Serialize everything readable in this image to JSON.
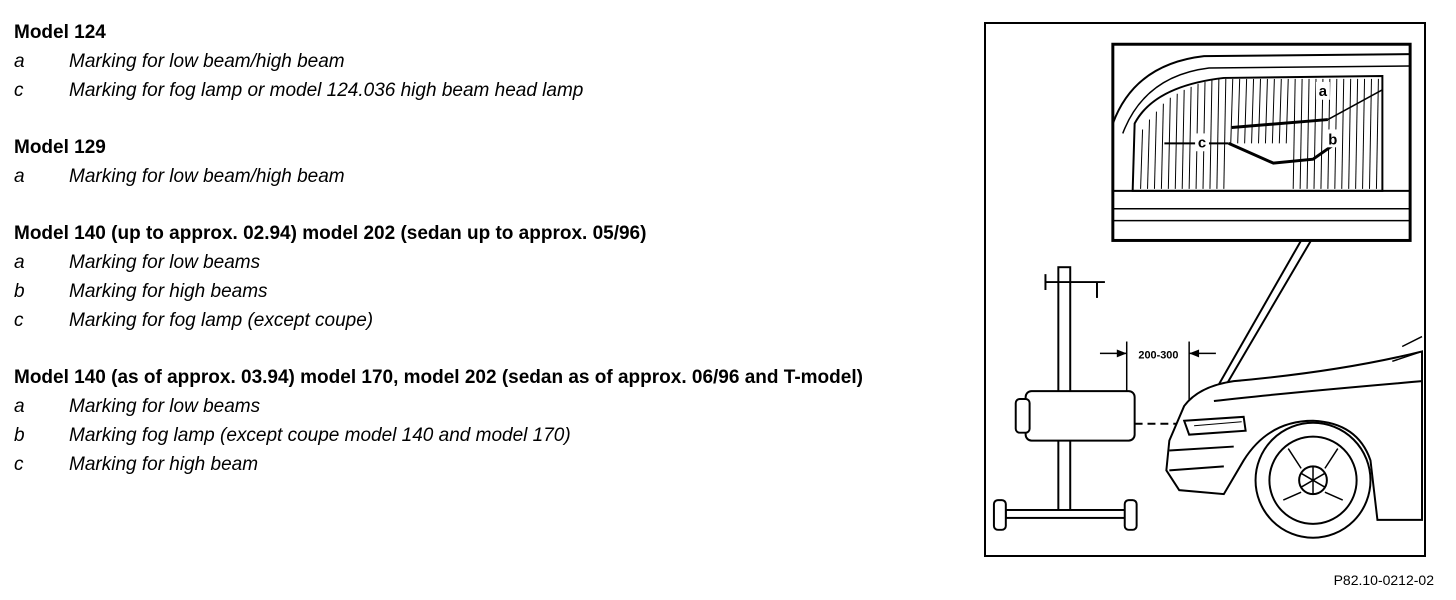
{
  "sections": [
    {
      "heading": "Model 124",
      "items": [
        {
          "letter": "a",
          "text": "Marking for low beam/high beam"
        },
        {
          "letter": "c",
          "text": "Marking for fog lamp or model 124.036 high beam head lamp"
        }
      ]
    },
    {
      "heading": "Model 129",
      "items": [
        {
          "letter": "a",
          "text": "Marking for low beam/high beam"
        }
      ]
    },
    {
      "heading": "Model 140 (up to approx. 02.94) model 202 (sedan up to approx. 05/96)",
      "items": [
        {
          "letter": "a",
          "text": "Marking for low beams"
        },
        {
          "letter": "b",
          "text": "Marking for high beams"
        },
        {
          "letter": "c",
          "text": "Marking for fog lamp (except coupe)"
        }
      ]
    },
    {
      "heading": "Model 140 (as of approx. 03.94) model 170, model 202 (sedan as of approx. 06/96 and T-model)",
      "items": [
        {
          "letter": "a",
          "text": "Marking for low beams"
        },
        {
          "letter": "b",
          "text": "Marking fog lamp (except coupe model 140 and model 170)"
        },
        {
          "letter": "c",
          "text": "Marking for high beam"
        }
      ]
    }
  ],
  "figure": {
    "labels": {
      "a": "a",
      "b": "b",
      "c": "c"
    },
    "dimension": "200-300",
    "caption": "P82.10-0212-02"
  }
}
